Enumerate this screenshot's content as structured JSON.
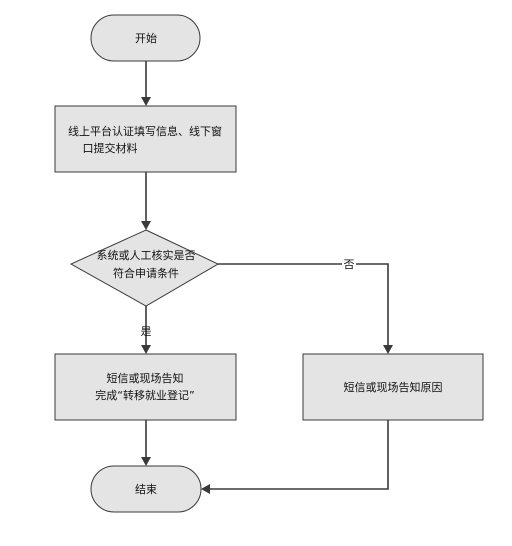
{
  "nodes": {
    "start": {
      "label": "开始"
    },
    "submit": {
      "line1": "线上平台认证填写信息、线下窗",
      "line2": "口提交材料"
    },
    "decision": {
      "line1": "系统或人工核实是否",
      "line2": "符合申请条件"
    },
    "notify_yes": {
      "line1": "短信或现场告知",
      "line2": "完成“转移就业登记”"
    },
    "notify_no": {
      "label": "短信或现场告知原因"
    },
    "end": {
      "label": "结束"
    }
  },
  "edges": {
    "yes_label": "是",
    "no_label": "否"
  }
}
